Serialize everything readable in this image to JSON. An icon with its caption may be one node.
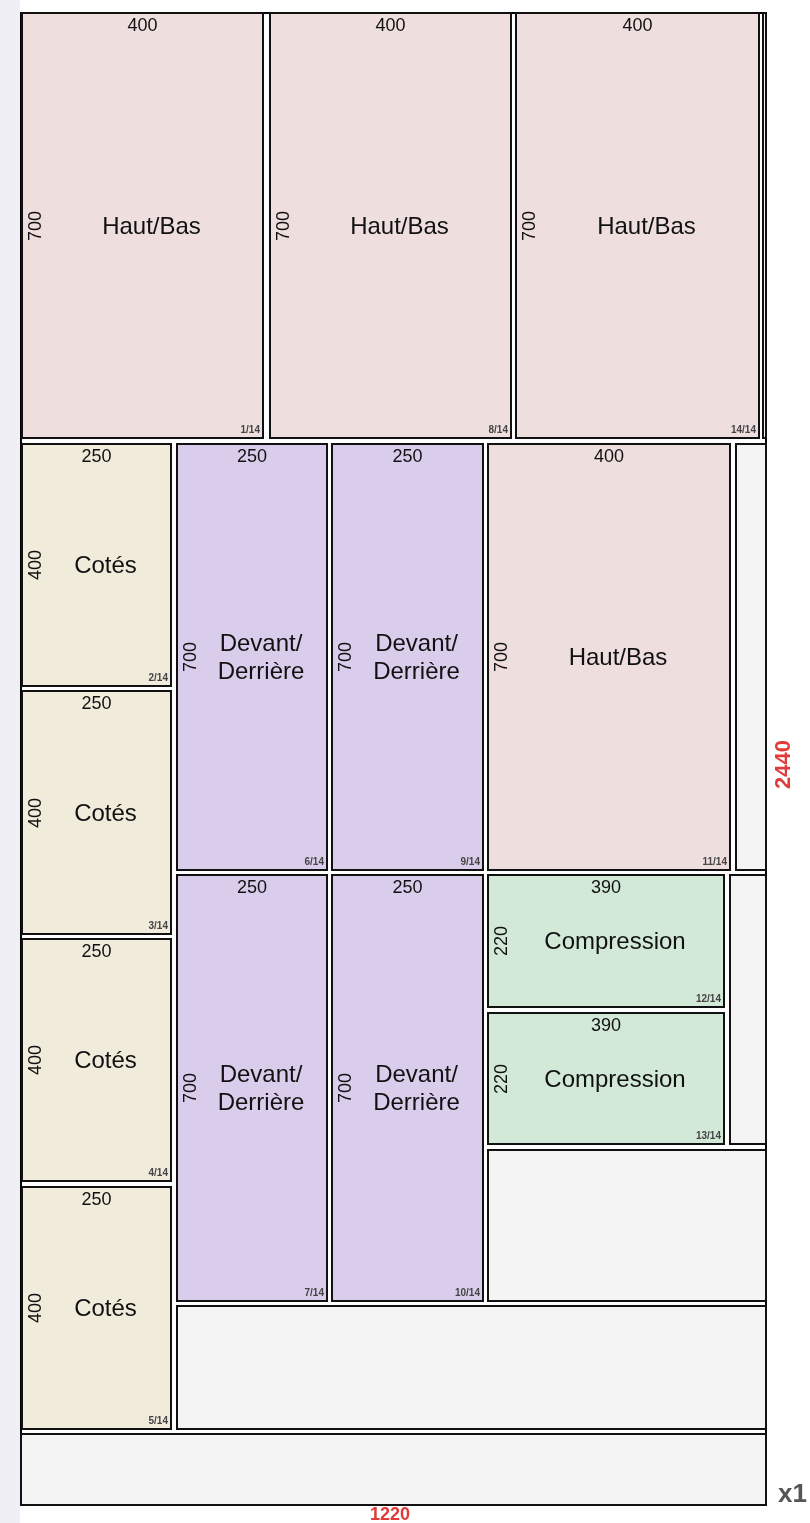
{
  "diagram": {
    "nodes": [
      {
        "text": [],
        "shape": "box"
      },
      {
        "text": [
          "400",
          "700",
          "Haut/Bas",
          "1/14"
        ],
        "in": 0
      },
      {
        "text": [
          "400",
          "700",
          "Haut/Bas",
          "8/14"
        ],
        "in": 0
      },
      {
        "text": [
          "400",
          "700",
          "Haut/Bas",
          "14/14"
        ],
        "in": 0
      },
      {
        "text": [],
        "shape": "box",
        "in": 0
      },
      {
        "text": [
          "250",
          "400",
          "Cotés",
          "2/14"
        ],
        "in": 0
      },
      {
        "text": [
          "250",
          "700",
          "Devant/ Derrière",
          "6/14"
        ],
        "in": 0
      },
      {
        "text": [
          "250",
          "700",
          "Devant/ Derrière",
          "9/14"
        ],
        "in": 0
      },
      {
        "text": [
          "400",
          "700",
          "Haut/Bas",
          "11/14"
        ],
        "in": 0
      },
      {
        "text": [],
        "shape": "box",
        "in": 0
      },
      {
        "text": [
          "250",
          "400",
          "Cotés",
          "3/14"
        ],
        "in": 0
      },
      {
        "text": [
          "250",
          "700",
          "Devant/ Derrière",
          "7/14"
        ],
        "in": 0
      },
      {
        "text": [
          "250",
          "700",
          "Devant/ Derrière",
          "10/14"
        ],
        "in": 0
      },
      {
        "text": [
          "390",
          "220",
          "Compression",
          "12/14"
        ],
        "in": 0
      },
      {
        "text": [],
        "shape": "box",
        "in": 0
      },
      {
        "text": [
          "390",
          "220",
          "Compression",
          "13/14"
        ],
        "in": 0
      },
      {
        "text": [
          "250",
          "400",
          "Cotés",
          "4/14"
        ],
        "in": 0
      },
      {
        "text": [],
        "shape": "box",
        "in": 0
      },
      {
        "text": [
          "250",
          "400",
          "Cotés",
          "5/14"
        ],
        "in": 0
      },
      {
        "text": [],
        "shape": "box",
        "in": 0
      },
      {
        "text": [],
        "shape": "box",
        "in": 0
      }
    ],
    "edges": [],
    "labels": [
      "2440",
      "1220",
      "x1"
    ]
  }
}
